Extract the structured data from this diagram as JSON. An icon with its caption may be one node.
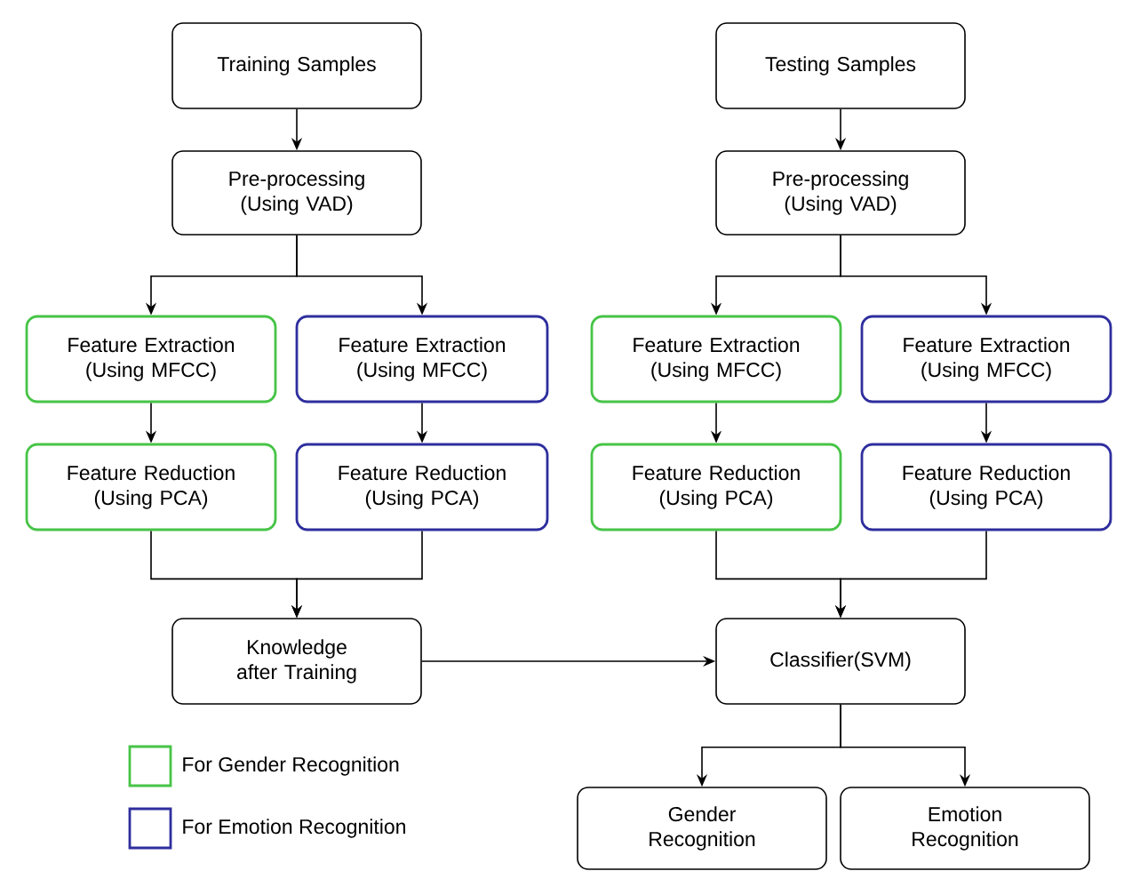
{
  "diagram": {
    "nodes": [
      {
        "text": [
          "Training Samples"
        ]
      },
      {
        "text": [
          "Pre-processing (Using VAD)"
        ]
      },
      {
        "text": [
          "Feature Extraction (Using MFCC)"
        ]
      },
      {
        "text": [
          "Feature Extraction (Using MFCC)"
        ]
      },
      {
        "text": [
          "Feature Reduction (Using PCA)"
        ]
      },
      {
        "text": [
          "Feature Reduction (Using PCA)"
        ]
      },
      {
        "text": [
          "Testing Samples"
        ]
      },
      {
        "text": [
          "Pre-processing (Using VAD)"
        ]
      },
      {
        "text": [
          "Feature Extraction (Using MFCC)"
        ]
      },
      {
        "text": [
          "Feature Extraction (Using MFCC)"
        ]
      },
      {
        "text": [
          "Feature Reduction (Using PCA)"
        ]
      },
      {
        "text": [
          "Feature Reduction (Using PCA)"
        ]
      },
      {
        "text": [
          "Knowledge after Training"
        ]
      },
      {
        "text": [
          "Classifier(SVM)"
        ]
      },
      {
        "text": [
          "Gender Recognition"
        ]
      },
      {
        "text": [
          "Emotion Recognition"
        ]
      }
    ],
    "edges": [
      {
        "from": 0,
        "to": 1,
        "arrow": "to"
      },
      {
        "from": 1,
        "to": 2,
        "arrow": "to"
      },
      {
        "from": 1,
        "to": 3,
        "arrow": "to"
      },
      {
        "from": 2,
        "to": 4,
        "arrow": "to"
      },
      {
        "from": 3,
        "to": 5,
        "arrow": "to"
      },
      {
        "from": 4,
        "to": 12,
        "arrow": "to"
      },
      {
        "from": 5,
        "to": 12,
        "arrow": "to"
      },
      {
        "from": 6,
        "to": 7,
        "arrow": "to"
      },
      {
        "from": 7,
        "to": 8,
        "arrow": "to"
      },
      {
        "from": 7,
        "to": 9,
        "arrow": "to"
      },
      {
        "from": 8,
        "to": 10,
        "arrow": "to"
      },
      {
        "from": 9,
        "to": 11,
        "arrow": "to"
      },
      {
        "from": 10,
        "to": 13,
        "arrow": "to"
      },
      {
        "from": 11,
        "to": 13,
        "arrow": "to"
      },
      {
        "from": 12,
        "to": 13,
        "arrow": "to"
      },
      {
        "from": 13,
        "to": 14,
        "arrow": "to"
      },
      {
        "from": 13,
        "to": 15,
        "arrow": "to"
      }
    ],
    "legend": [
      {
        "text": "For Gender Recognition",
        "color": "#47c447"
      },
      {
        "text": "For Emotion Recognition",
        "color": "#2e2e9e"
      }
    ]
  }
}
